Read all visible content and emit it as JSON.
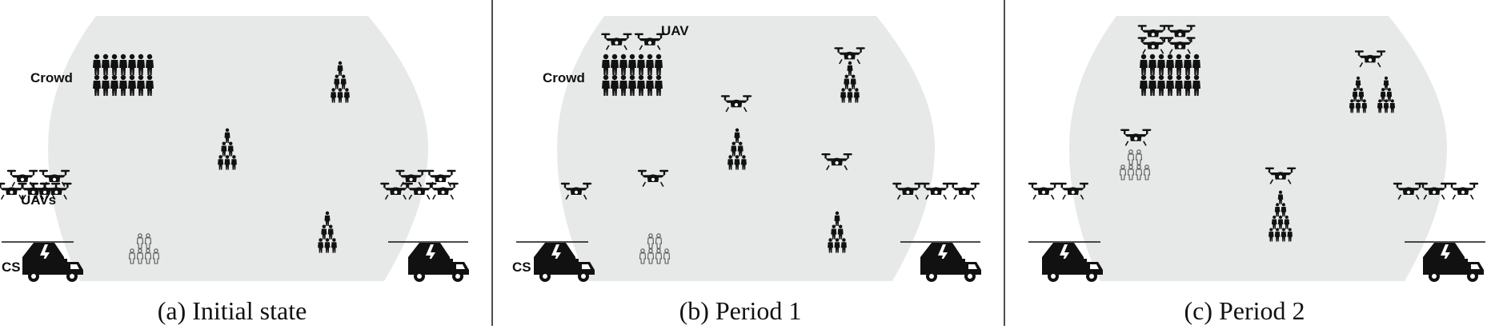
{
  "panels": [
    {
      "id": "a",
      "caption": "(a)  Initial state",
      "labels": {
        "crowd": "Crowd",
        "uavs": "UAVs",
        "cs": "CS"
      }
    },
    {
      "id": "b",
      "caption": "(b)  Period 1",
      "labels": {
        "crowd": "Crowd",
        "uav": "UAV",
        "cs": "CS"
      }
    },
    {
      "id": "c",
      "caption": "(c)  Period 2",
      "labels": {}
    }
  ],
  "colors": {
    "area": "#e7e8e8",
    "figure": "#111111",
    "divider": "#222222"
  },
  "icons": [
    "person-icon",
    "drone-icon",
    "charging-truck-icon",
    "lightning-icon"
  ]
}
